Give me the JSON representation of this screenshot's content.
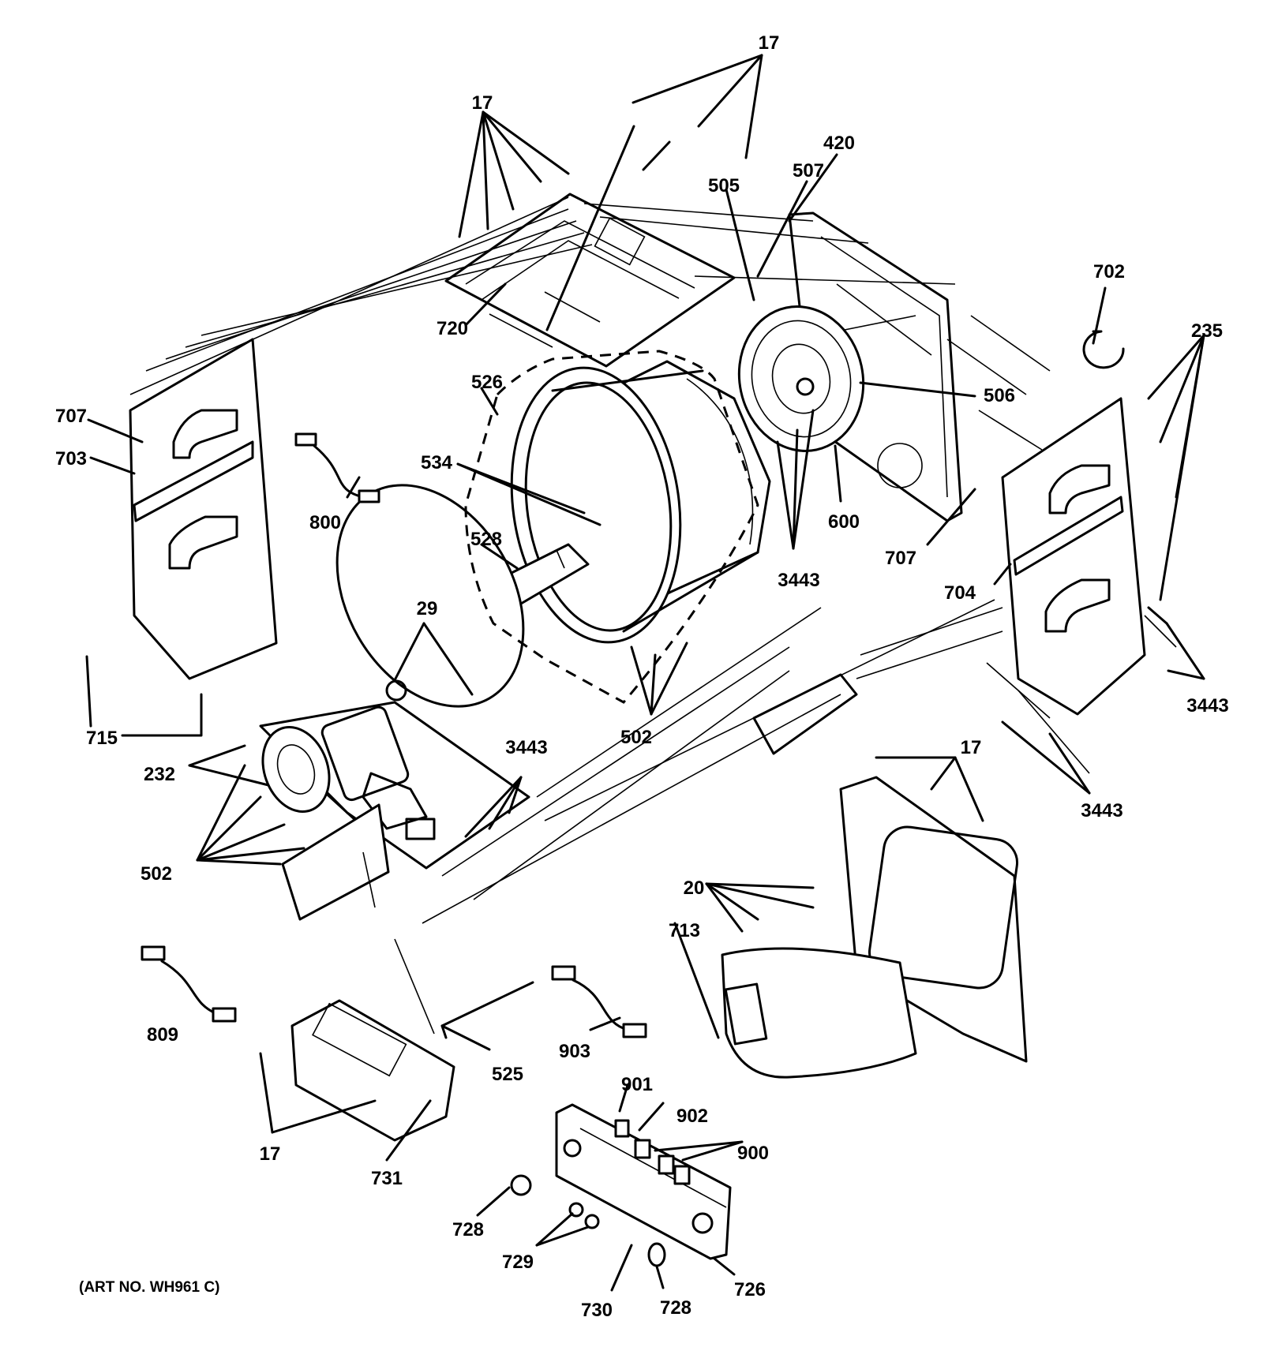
{
  "diagram": {
    "art_number": "(ART NO. WH961 C)",
    "callouts": [
      {
        "id": "c17a",
        "text": "17"
      },
      {
        "id": "c17b",
        "text": "17"
      },
      {
        "id": "c420",
        "text": "420"
      },
      {
        "id": "c505",
        "text": "505"
      },
      {
        "id": "c507",
        "text": "507"
      },
      {
        "id": "c702",
        "text": "702"
      },
      {
        "id": "c235",
        "text": "235"
      },
      {
        "id": "c720",
        "text": "720"
      },
      {
        "id": "c526",
        "text": "526"
      },
      {
        "id": "c506",
        "text": "506"
      },
      {
        "id": "c707a",
        "text": "707"
      },
      {
        "id": "c703",
        "text": "703"
      },
      {
        "id": "c534",
        "text": "534"
      },
      {
        "id": "c800",
        "text": "800"
      },
      {
        "id": "c528",
        "text": "528"
      },
      {
        "id": "c600",
        "text": "600"
      },
      {
        "id": "c707b",
        "text": "707"
      },
      {
        "id": "c3443a",
        "text": "3443"
      },
      {
        "id": "c704",
        "text": "704"
      },
      {
        "id": "c29",
        "text": "29"
      },
      {
        "id": "c3443b",
        "text": "3443"
      },
      {
        "id": "c715",
        "text": "715"
      },
      {
        "id": "c502a",
        "text": "502"
      },
      {
        "id": "c3443c",
        "text": "3443"
      },
      {
        "id": "c232",
        "text": "232"
      },
      {
        "id": "c17c",
        "text": "17"
      },
      {
        "id": "c3443d",
        "text": "3443"
      },
      {
        "id": "c502b",
        "text": "502"
      },
      {
        "id": "c20",
        "text": "20"
      },
      {
        "id": "c713",
        "text": "713"
      },
      {
        "id": "c809",
        "text": "809"
      },
      {
        "id": "c903",
        "text": "903"
      },
      {
        "id": "c525",
        "text": "525"
      },
      {
        "id": "c901",
        "text": "901"
      },
      {
        "id": "c902",
        "text": "902"
      },
      {
        "id": "c900",
        "text": "900"
      },
      {
        "id": "c17d",
        "text": "17"
      },
      {
        "id": "c731",
        "text": "731"
      },
      {
        "id": "c728a",
        "text": "728"
      },
      {
        "id": "c729",
        "text": "729"
      },
      {
        "id": "c726",
        "text": "726"
      },
      {
        "id": "c730",
        "text": "730"
      },
      {
        "id": "c728b",
        "text": "728"
      }
    ]
  }
}
